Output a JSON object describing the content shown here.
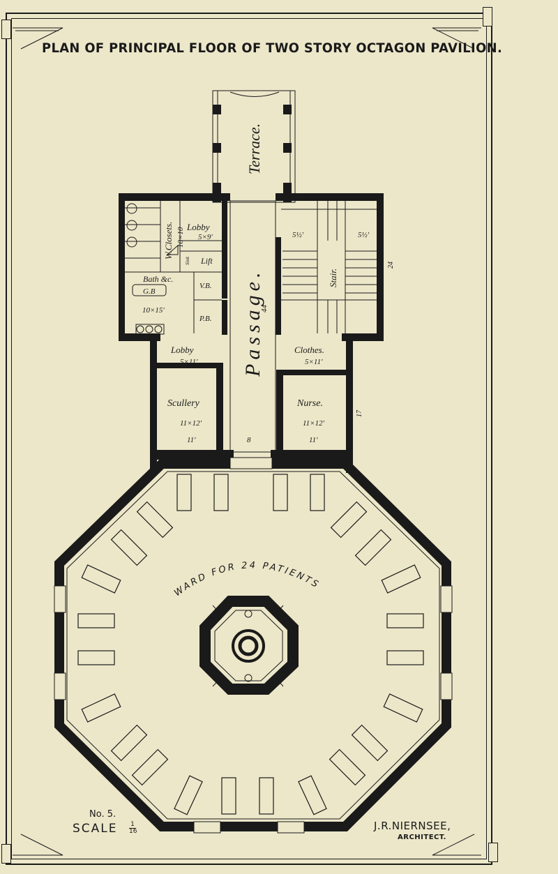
{
  "title": "PLAN OF PRINCIPAL FLOOR OF TWO STORY OCTAGON PAVILION.",
  "terrace_label": "Terrace.",
  "passage_label": "Passage.",
  "passage_width": "44",
  "passage_mark": "8",
  "rooms": {
    "wc_label": "W.Closets.",
    "wc_size": "10×10",
    "lobby_top_label": "Lobby",
    "lobby_top_size": "5×9'",
    "lift_label": "Lift",
    "sink_label": "Sink",
    "bath_label": "Bath &c.",
    "gb_label": "G.B",
    "bath_size": "10×15'",
    "vb_label": "V.B.",
    "pb_label": "P.B.",
    "lobby_label": "Lobby",
    "lobby_size": "5×11'",
    "clothes_label": "Clothes.",
    "clothes_size": "5×11'",
    "scullery_label": "Scullery",
    "scullery_size": "11×12'",
    "scullery_height": "11'",
    "nurse_label": "Nurse.",
    "nurse_size": "11×12'",
    "nurse_height": "11'",
    "stair_label": "Stair.",
    "stair_dim_left": "5½'",
    "stair_dim_right": "5½'",
    "stair_dim_side": "24",
    "wing_dim": "17"
  },
  "ward_label": "WARD FOR 24 PATIENTS",
  "plate_number": "No. 5.",
  "scale_label": "SCALE",
  "scale_numerator": "1",
  "scale_denominator": "16",
  "architect_name": "J.R.NIERNSEE,",
  "architect_title": "ARCHITECT."
}
